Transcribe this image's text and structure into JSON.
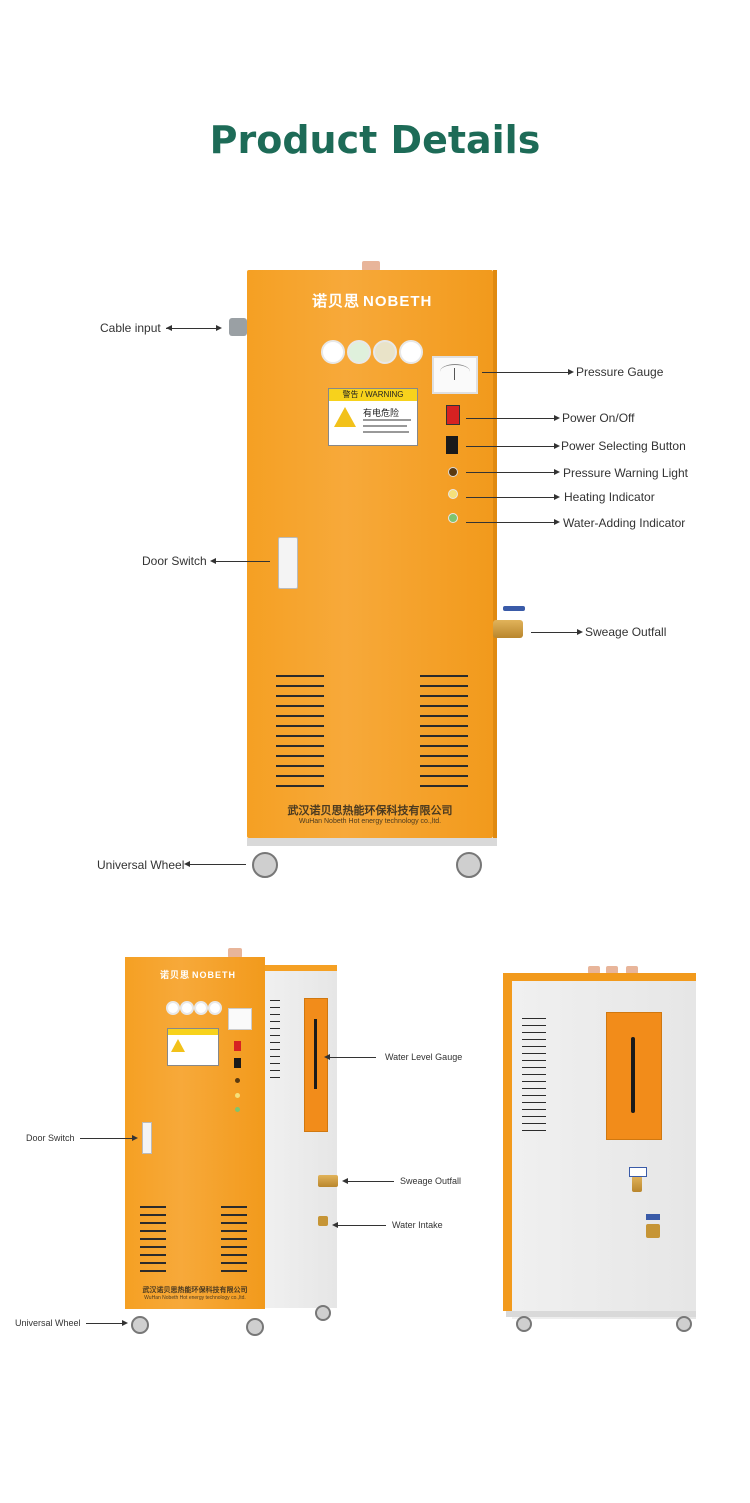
{
  "title": "Product Details",
  "top_callouts": {
    "cable_input": "Cable input",
    "door_switch": "Door Switch",
    "universal_wheel": "Universal Wheel",
    "pressure_gauge": "Pressure Gauge",
    "power_on_off": "Power On/Off",
    "power_selecting_button": "Power Selecting Button",
    "pressure_warning_light": "Pressure Warning Light",
    "heating_indicator": "Heating Indicator",
    "water_adding_indicator": "Water-Adding Indicator",
    "sweage_outfall": "Sweage Outfall"
  },
  "bottom_callouts": {
    "water_level_gauge": "Water Level Gauge",
    "door_switch": "Door Switch",
    "sweage_outfall": "Sweage Outfall",
    "water_intake": "Water Intake",
    "universal_wheel": "Universal Wheel"
  },
  "machine": {
    "brand_cn": "诺贝思",
    "brand_en": "NOBETH",
    "warning_header": "警告 / WARNING",
    "warning_cn": "有电危险",
    "company_cn": "武汉诺贝思热能环保科技有限公司",
    "company_en": "WuHan Nobeth Hot energy technology co.,ltd.",
    "body_color": "#f5a023"
  }
}
